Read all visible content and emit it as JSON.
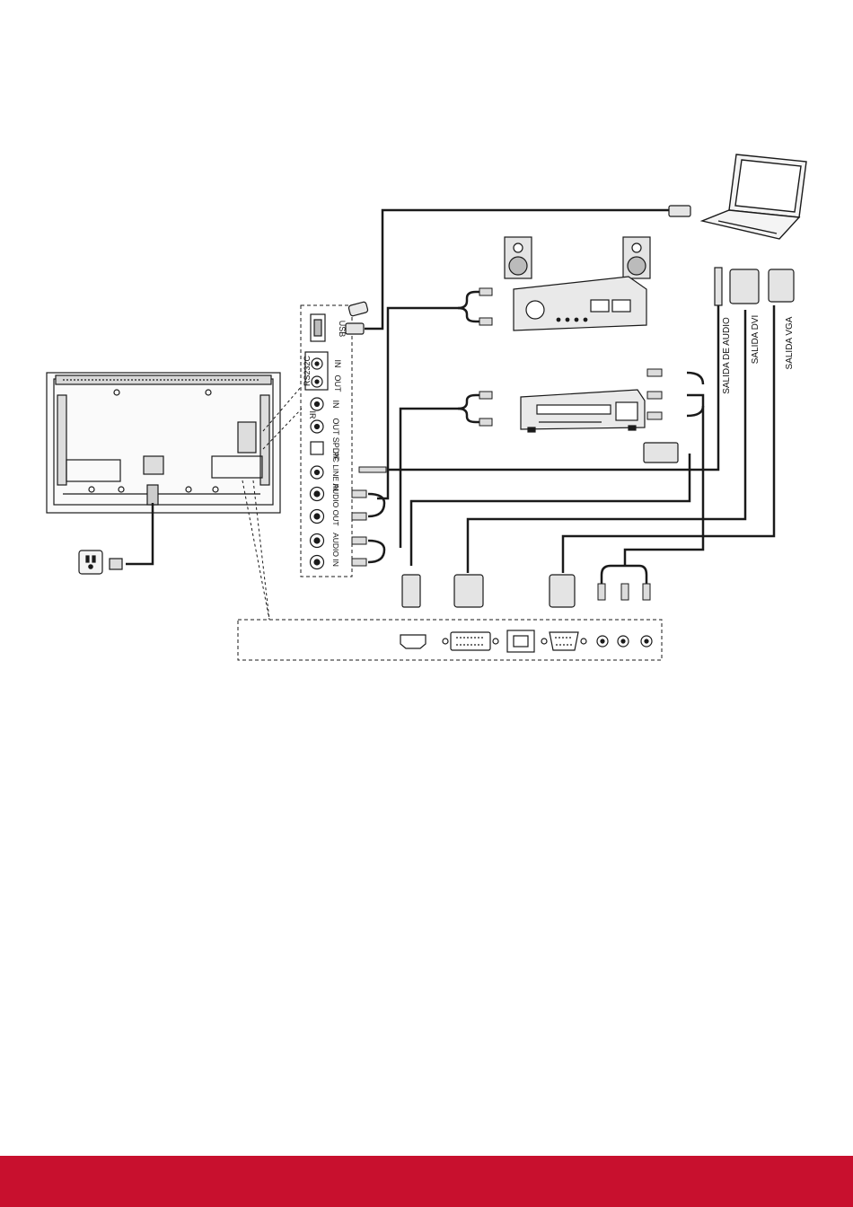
{
  "colors": {
    "footer_bar": "#c8102e",
    "line": "#1a1a1a",
    "device_fill": "#e9e9e9"
  },
  "panel": {
    "usb": "USB",
    "rs232c": "RS232C",
    "rs232c_in": "IN",
    "rs232c_out": "OUT",
    "ir": "IR",
    "ir_in": "IN",
    "ir_out": "OUT",
    "spdif": "SPDIF",
    "pc_line_in": "PC LINE IN",
    "audio_out": "AUDIO OUT",
    "audio_in": "AUDIO IN"
  },
  "labels": {
    "audio_out": "SALIDA DE AUDIO",
    "dvi_out": "SALIDA DVI",
    "vga_out": "SALIDA VGA"
  },
  "icons": [
    "laptop-icon",
    "speaker-icon",
    "amplifier-icon",
    "dvd-player-icon",
    "power-outlet-icon",
    "usb-stick-icon",
    "hdmi-port-icon",
    "dvi-port-icon",
    "rj45-port-icon",
    "vga-port-icon",
    "rca-port-icon"
  ]
}
